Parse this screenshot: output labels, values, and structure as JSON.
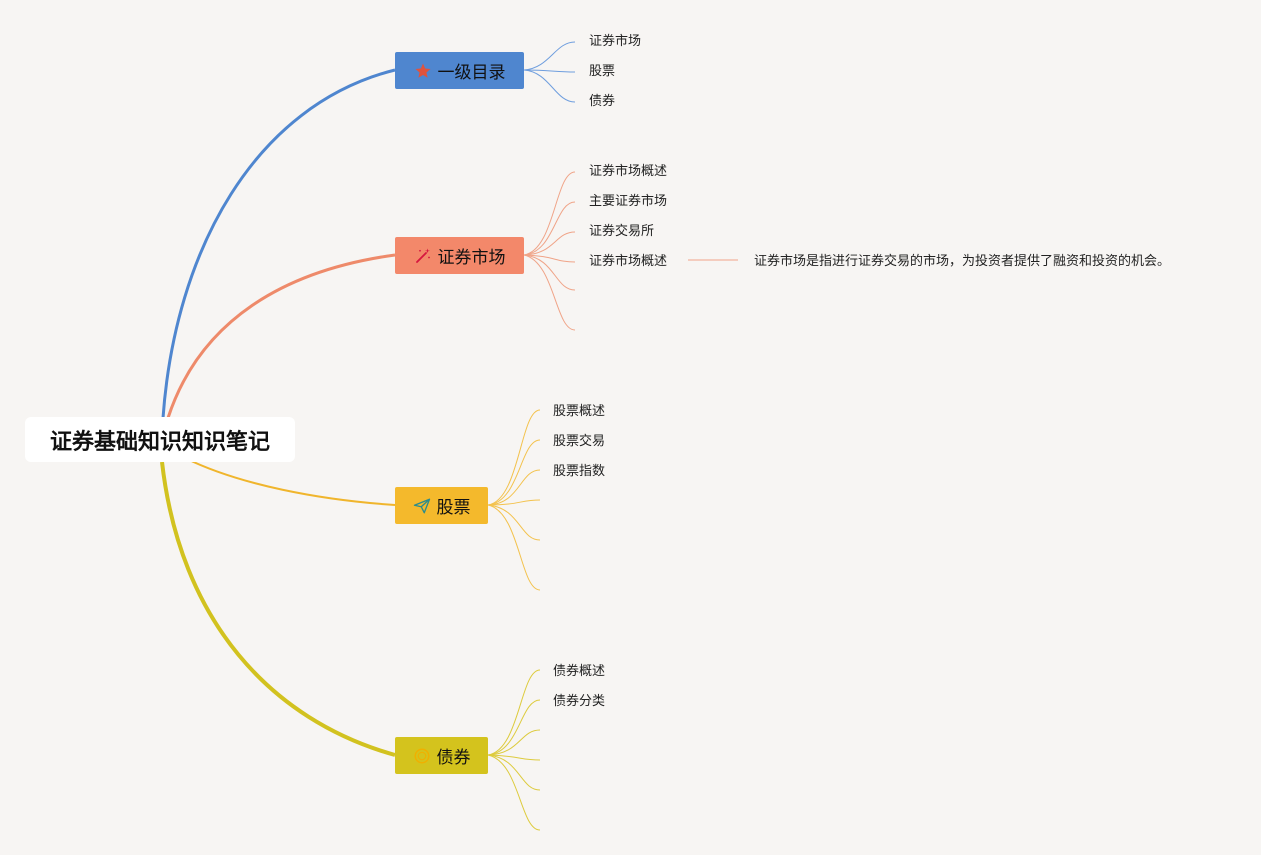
{
  "root": {
    "title": "证券基础知识知识笔记"
  },
  "colors": {
    "blue": "#4f86cf",
    "orange": "#ee8a6a",
    "amber": "#f0b52c",
    "yellow": "#d2c21f"
  },
  "branches": [
    {
      "label": "一级目录",
      "icon": "star-icon",
      "children": [
        "证券市场",
        "股票",
        "债券"
      ]
    },
    {
      "label": "证券市场",
      "icon": "magic-wand-icon",
      "children": [
        "证券市场概述",
        "主要证券市场",
        "证券交易所",
        "证券市场概述"
      ],
      "note": "证券市场是指进行证券交易的市场，为投资者提供了融资和投资的机会。"
    },
    {
      "label": "股票",
      "icon": "paper-plane-icon",
      "children": [
        "股票概述",
        "股票交易",
        "股票指数"
      ]
    },
    {
      "label": "债券",
      "icon": "coin-icon",
      "children": [
        "债券概述",
        "债券分类"
      ]
    }
  ]
}
